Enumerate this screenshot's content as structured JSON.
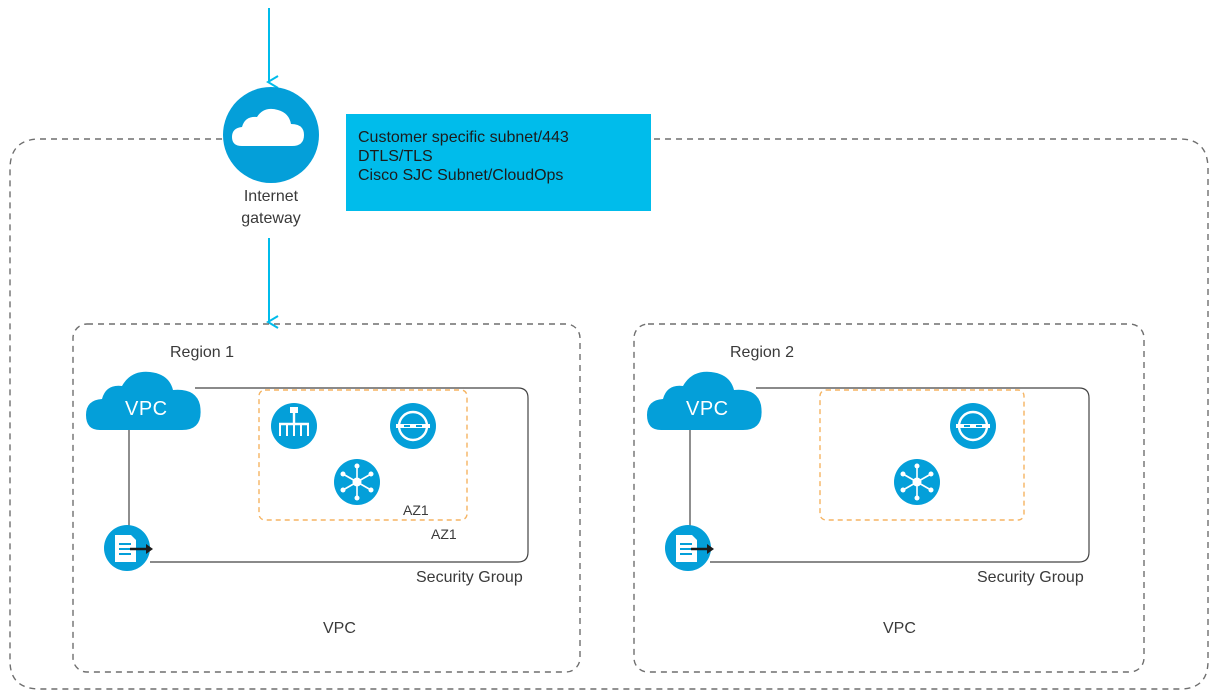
{
  "gateway": {
    "label_line1": "Internet",
    "label_line2": "gateway",
    "icon": "cloud-icon"
  },
  "callout": {
    "lines": [
      "Customer specific subnet/443",
      "DTLS/TLS",
      "Cisco SJC Subnet/CloudOps"
    ]
  },
  "regions": [
    {
      "title": "Region 1",
      "vpc_cloud_label": "VPC",
      "az_inner_label": "AZ1",
      "az_outer_label": "AZ1",
      "security_group_label": "Security Group",
      "vpc_label": "VPC",
      "icons": [
        "router-icon",
        "hub-node-icon",
        "firewall-icon",
        "storage-gateway-icon"
      ]
    },
    {
      "title": "Region 2",
      "vpc_cloud_label": "VPC",
      "security_group_label": "Security Group",
      "vpc_label": "VPC",
      "icons": [
        "hub-node-icon",
        "firewall-icon",
        "storage-gateway-icon"
      ]
    }
  ],
  "colors": {
    "accent": "#00bceb",
    "icon_fill": "#049fd9",
    "az_border": "#f5b462",
    "dashed_border": "#6f6f6f"
  }
}
